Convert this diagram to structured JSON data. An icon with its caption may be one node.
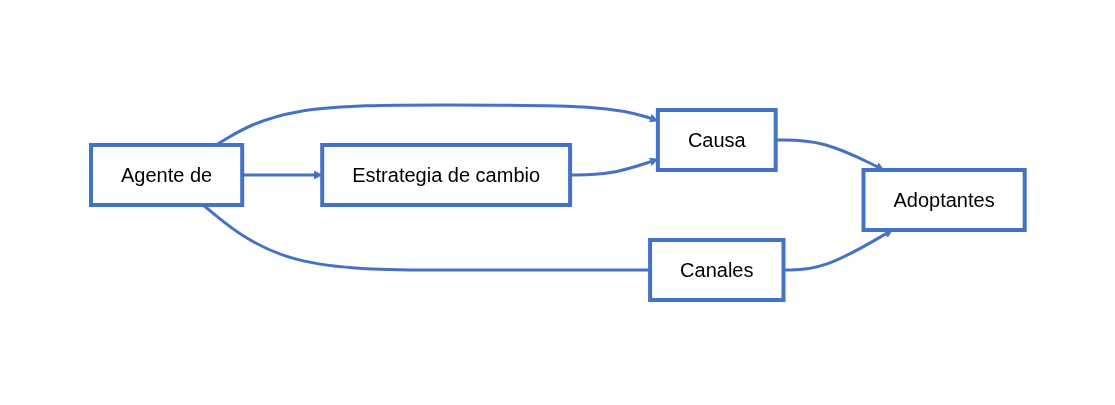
{
  "diagram": {
    "nodes": [
      {
        "text": [
          "Causa"
        ]
      },
      {
        "text": [
          "Agente de"
        ]
      },
      {
        "text": [
          "Estrategia de cambio"
        ]
      },
      {
        "text": [
          "Adoptantes"
        ]
      },
      {
        "text": [
          "Canales"
        ]
      }
    ],
    "edges": [
      {
        "from": 1,
        "to": 0,
        "arrow": "to"
      },
      {
        "from": 1,
        "to": 2,
        "arrow": "to"
      },
      {
        "from": 2,
        "to": 0,
        "arrow": "to"
      },
      {
        "from": 0,
        "to": 3,
        "arrow": "to"
      },
      {
        "from": 1,
        "to": 4,
        "arrow": "none"
      },
      {
        "from": 4,
        "to": 3,
        "arrow": "to"
      }
    ]
  }
}
